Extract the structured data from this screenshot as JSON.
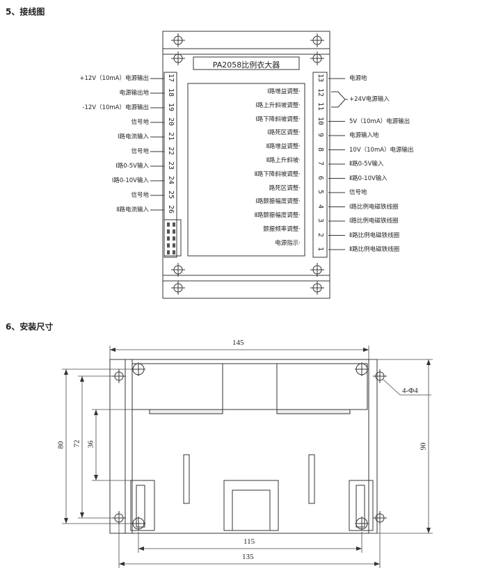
{
  "section5": {
    "title": "5、接线图"
  },
  "section6": {
    "title": "6、安装尺寸"
  },
  "board": {
    "name": "PA2058比例衣大器"
  },
  "left_terminals": [
    {
      "num": "17",
      "label": "+12V（10mA）电源输出"
    },
    {
      "num": "18",
      "label": "电源输出地"
    },
    {
      "num": "19",
      "label": "-12V（10mA）电源输出"
    },
    {
      "num": "20",
      "label": "信号地"
    },
    {
      "num": "21",
      "label": "Ⅰ路电流输入"
    },
    {
      "num": "22",
      "label": "信号地"
    },
    {
      "num": "23",
      "label": "Ⅰ路0-5V输入"
    },
    {
      "num": "24",
      "label": "Ⅰ路0-10V输入"
    },
    {
      "num": "25",
      "label": "信号地"
    },
    {
      "num": "26",
      "label": "Ⅱ路电流输入"
    }
  ],
  "right_terminals": [
    {
      "num": "13",
      "label": "电源地"
    },
    {
      "num": "12",
      "label": ""
    },
    {
      "num": "11",
      "label": ""
    },
    {
      "num": "10",
      "label": "5V（10mA）电源输出"
    },
    {
      "num": "9",
      "label": "电源输入地"
    },
    {
      "num": "8",
      "label": "10V（10mA）电源输出"
    },
    {
      "num": "7",
      "label": "Ⅱ路0-5V输入"
    },
    {
      "num": "6",
      "label": "Ⅱ路0-10V输入"
    },
    {
      "num": "5",
      "label": "信号地"
    },
    {
      "num": "4",
      "label": "Ⅰ路比例电磁铁线圈"
    },
    {
      "num": "3",
      "label": "Ⅰ路比例电磁铁线圈"
    },
    {
      "num": "2",
      "label": "Ⅱ路比例电磁铁线圈"
    },
    {
      "num": "1",
      "label": "Ⅱ路比例电磁铁线圈"
    }
  ],
  "power_in_label": "+24V电源输入",
  "adjustments": [
    "Ⅰ路增益调整·",
    "Ⅰ路上升斜坡调整·",
    "Ⅰ路下降斜坡调整·",
    "Ⅰ路死区调整·",
    "Ⅱ路增益调整·",
    "Ⅱ路上升斜坡·",
    "Ⅱ路下降斜坡调整·",
    "路死区调整·",
    "Ⅰ路颤振幅度调整·",
    "Ⅱ路颤振幅度调整·",
    "颤振频率调整·",
    "电源指示·"
  ],
  "dimensions": {
    "width_top": "145",
    "width_inner": "115",
    "width_bottom": "135",
    "height_outer": "80",
    "height_mid": "72",
    "height_inner": "36",
    "height_right": "90",
    "holes": "4-Φ4"
  }
}
